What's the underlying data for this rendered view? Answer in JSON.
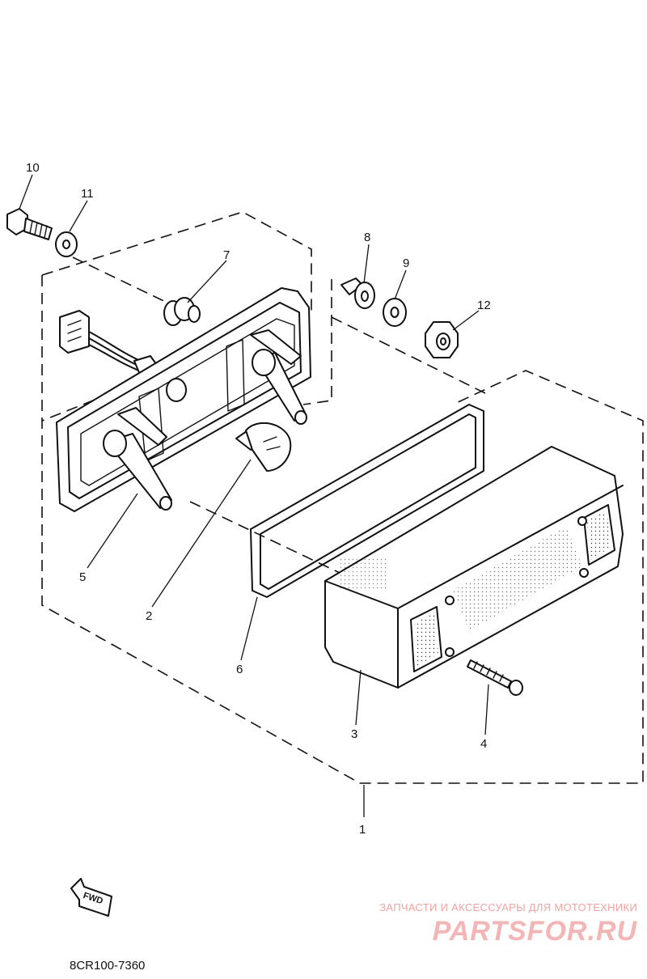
{
  "parts": {
    "p1": "1",
    "p2": "2",
    "p3": "3",
    "p4": "4",
    "p5": "5",
    "p6": "6",
    "p7": "7",
    "p8": "8",
    "p9": "9",
    "p10": "10",
    "p11": "11",
    "p12": "12"
  },
  "fwd_label": "FWD",
  "diagram_code": "8CR100-7360",
  "watermark": {
    "tagline": "ЗАПЧАСТИ И АКСЕССУАРЫ ДЛЯ МОТОТЕХНИКИ",
    "logo": "PARTSFOR.RU"
  }
}
